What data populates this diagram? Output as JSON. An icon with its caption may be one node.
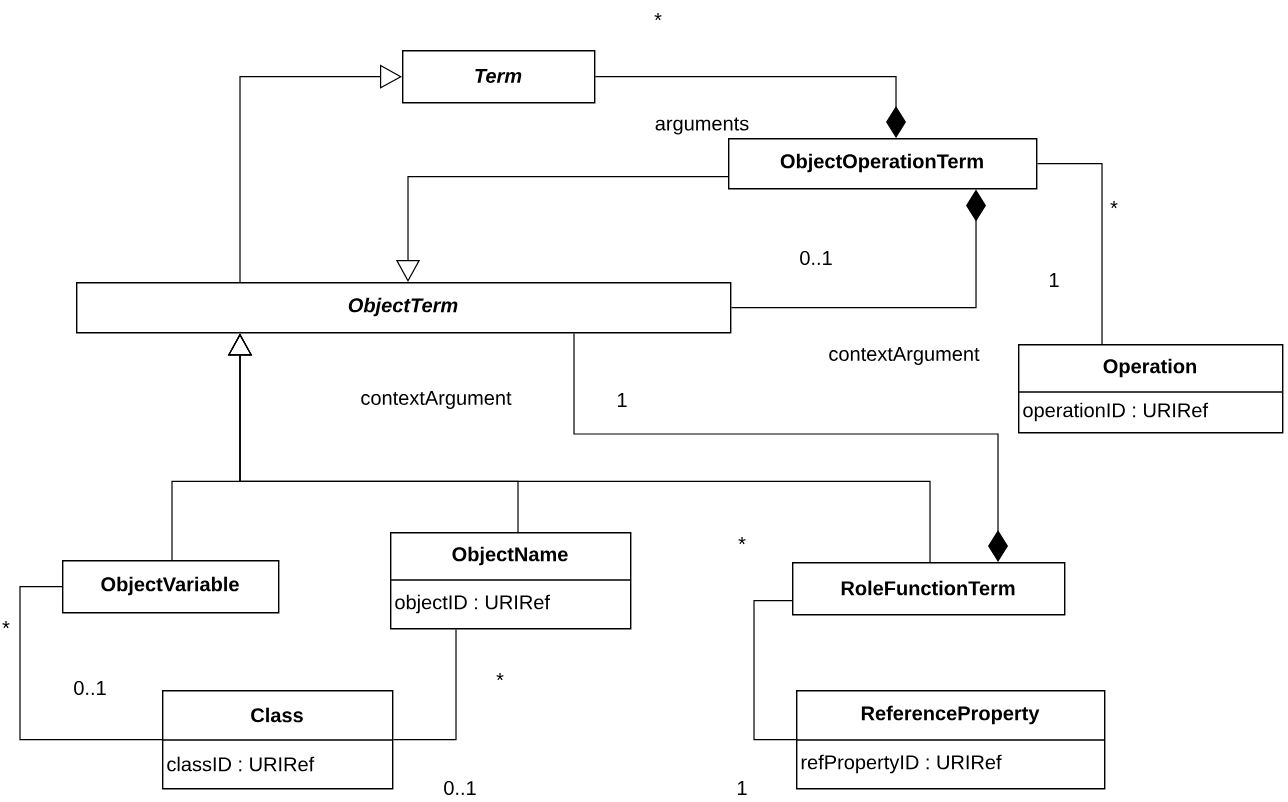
{
  "diagram": {
    "nodes": [
      {
        "text": [
          "Term"
        ]
      },
      {
        "text": [
          "ObjectOperationTerm"
        ]
      },
      {
        "text": [
          "ObjectTerm"
        ]
      },
      {
        "text": [
          "Operation",
          "operationID : URIRef"
        ]
      },
      {
        "text": [
          "ObjectVariable"
        ]
      },
      {
        "text": [
          "ObjectName",
          "objectID : URIRef"
        ]
      },
      {
        "text": [
          "RoleFunctionTerm"
        ]
      },
      {
        "text": [
          "Class",
          "classID : URIRef"
        ]
      },
      {
        "text": [
          "ReferenceProperty",
          "refPropertyID : URIRef"
        ]
      }
    ],
    "edges": [
      {
        "from": 2,
        "to": 0,
        "arrow": "to"
      },
      {
        "from": 1,
        "to": 2,
        "arrow": "to"
      },
      {
        "from": 0,
        "to": 1,
        "arrow": "other",
        "label": "arguments"
      },
      {
        "from": 2,
        "to": 1,
        "arrow": "other",
        "label": "contextArgument"
      },
      {
        "from": 1,
        "to": 3,
        "arrow": "none"
      },
      {
        "from": 4,
        "to": 2,
        "arrow": "to"
      },
      {
        "from": 5,
        "to": 2,
        "arrow": "to"
      },
      {
        "from": 6,
        "to": 2,
        "arrow": "to"
      },
      {
        "from": 2,
        "to": 6,
        "arrow": "other",
        "label": "contextArgument"
      },
      {
        "from": 4,
        "to": 7,
        "arrow": "none"
      },
      {
        "from": 5,
        "to": 7,
        "arrow": "none"
      },
      {
        "from": 6,
        "to": 8,
        "arrow": "none"
      }
    ],
    "labels": [
      "*",
      "0..1",
      "*",
      "1",
      "1",
      "*",
      "*",
      "0..1",
      "*",
      "0..1",
      "1"
    ]
  }
}
